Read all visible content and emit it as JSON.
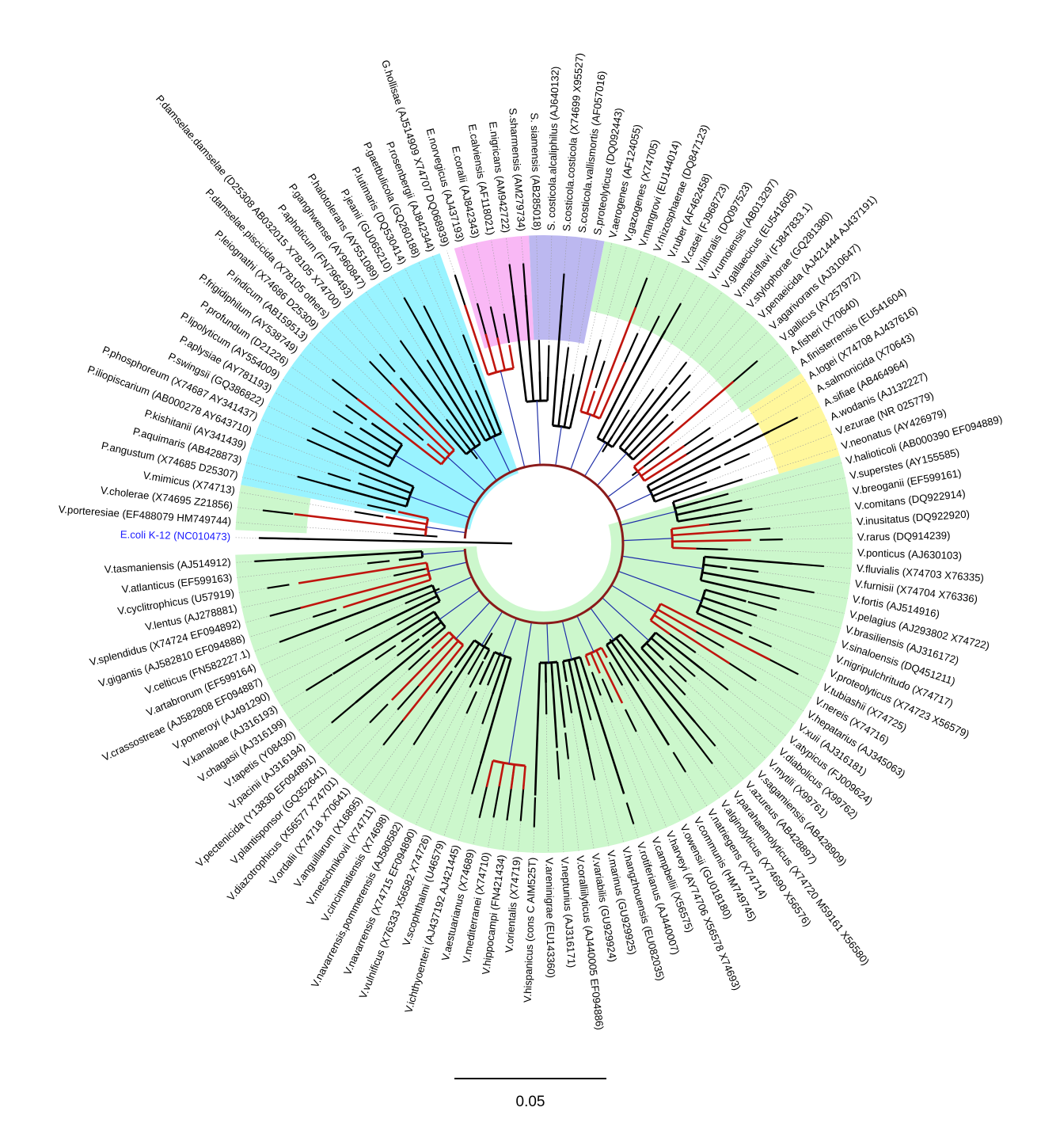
{
  "tree": {
    "outgroup_color": "#1a1aff",
    "branch_colors": {
      "default": "#000000",
      "supported": "#c0150e",
      "internal": "#8b1a1a",
      "inner": "#1f2fa8"
    },
    "clade_colors": {
      "vibrio": "#ccf7cc",
      "photobacterium": "#99f3ff",
      "enterovibrio": "#f9b8f5",
      "salinivibrio": "#bcb8f0",
      "aliivibrio": "#fff79c"
    },
    "scale_bar": {
      "label": "0.05"
    },
    "leaves": [
      {
        "label": "E.coli K-12 (NC010473)",
        "clade": "outgroup"
      },
      {
        "label": "V.porteresiae (EF488079 HM749744)",
        "clade": "vibrio"
      },
      {
        "label": "V.cholerae (X74695 Z21856)",
        "clade": "vibrio"
      },
      {
        "label": "V.mimicus (X74713)",
        "clade": "vibrio"
      },
      {
        "label": "P.angustum (X74685 D25307)",
        "clade": "photobacterium"
      },
      {
        "label": "P.aquimaris (AB428873)",
        "clade": "photobacterium"
      },
      {
        "label": "P.kishitanii (AY341439)",
        "clade": "photobacterium"
      },
      {
        "label": "P.iliopiscarium (AB000278 AY643710)",
        "clade": "photobacterium"
      },
      {
        "label": "P.phosphoreum (X74687 AY341437)",
        "clade": "photobacterium"
      },
      {
        "label": "P.swingsii (GQ386822)",
        "clade": "photobacterium"
      },
      {
        "label": "P.aplysiae (AY781193)",
        "clade": "photobacterium"
      },
      {
        "label": "P.lipolyticum (AY554009)",
        "clade": "photobacterium"
      },
      {
        "label": "P.profundum (D21226)",
        "clade": "photobacterium"
      },
      {
        "label": "P.frigidiphilum (AY538749)",
        "clade": "photobacterium"
      },
      {
        "label": "P.indicum (AB159513)",
        "clade": "photobacterium"
      },
      {
        "label": "P.leiognathi (X74686 D25309)",
        "clade": "photobacterium"
      },
      {
        "label": "P.damselae.piscicida (X78105 others)",
        "clade": "photobacterium"
      },
      {
        "label": "P.damselae.damselae (D25308 AB032015 X78105 X74700)",
        "clade": "photobacterium"
      },
      {
        "label": "P.aphoticum (FN796493)",
        "clade": "photobacterium"
      },
      {
        "label": "P.ganghwense (AY960847)",
        "clade": "photobacterium"
      },
      {
        "label": "P.halotolerans (AY551089)",
        "clade": "photobacterium"
      },
      {
        "label": "P.jeanii (GU065210)",
        "clade": "photobacterium"
      },
      {
        "label": "P.lutimaris (DQ530414)",
        "clade": "photobacterium"
      },
      {
        "label": "P.gaetbulicola (GQ260188)",
        "clade": "photobacterium"
      },
      {
        "label": "P.rosenbergii (AJ842344)",
        "clade": "photobacterium"
      },
      {
        "label": "G.hollisae (AJ514909 X74707 DQ068939)",
        "clade": "none"
      },
      {
        "label": "E.norvegicus (AJ437193)",
        "clade": "enterovibrio"
      },
      {
        "label": "E.coralii (AJ842343)",
        "clade": "enterovibrio"
      },
      {
        "label": "E.calviensis (AF118021)",
        "clade": "enterovibrio"
      },
      {
        "label": "E.nigricans (AM942722)",
        "clade": "enterovibrio"
      },
      {
        "label": "S.sharmensis (AM279734)",
        "clade": "enterovibrio"
      },
      {
        "label": "S. siamensis  (AB285018)",
        "clade": "salinivibrio"
      },
      {
        "label": "S. costicola.alcaliphilus  (AJ640132)",
        "clade": "salinivibrio"
      },
      {
        "label": "S.costicola.costicola (X74699 X95527)",
        "clade": "salinivibrio"
      },
      {
        "label": "S.costicola.vallismortis (AF057016)",
        "clade": "salinivibrio"
      },
      {
        "label": "S.proteolyticus (DQ092443)",
        "clade": "salinivibrio"
      },
      {
        "label": "V.aerogenes (AF124055)",
        "clade": "vibrio"
      },
      {
        "label": "V.gazogenes (X74705)",
        "clade": "vibrio"
      },
      {
        "label": "V.mangrovi (EU144014)",
        "clade": "vibrio"
      },
      {
        "label": "V.rhizosphaerae (DQ847123)",
        "clade": "vibrio"
      },
      {
        "label": "V.ruber (AF462458)",
        "clade": "vibrio"
      },
      {
        "label": "V.casei (FJ968723)",
        "clade": "vibrio"
      },
      {
        "label": "V.litoralis (DQ097523)",
        "clade": "vibrio"
      },
      {
        "label": "V.rumoiensis (AB013297)",
        "clade": "vibrio"
      },
      {
        "label": "V.gallaecicus (EU541605)",
        "clade": "vibrio"
      },
      {
        "label": "V.marisflavi (FJ847833.1)",
        "clade": "vibrio"
      },
      {
        "label": "V.stylophorae (GQ281380)",
        "clade": "vibrio"
      },
      {
        "label": "V.penaeicida (AJ421444 AJ437191)",
        "clade": "vibrio"
      },
      {
        "label": "V.agarivorans (AJ310647)",
        "clade": "vibrio"
      },
      {
        "label": "V.gallicus (AY257972)",
        "clade": "vibrio"
      },
      {
        "label": "A.fisheri (X70640)",
        "clade": "vibrio"
      },
      {
        "label": "A.finisterrensis (EU541604)",
        "clade": "vibrio"
      },
      {
        "label": "A.logei (X74708 AJ437616)",
        "clade": "aliivibrio"
      },
      {
        "label": "A.salmonicida (X70643)",
        "clade": "aliivibrio"
      },
      {
        "label": "A.sifiae (AB464964)",
        "clade": "aliivibrio"
      },
      {
        "label": "A.wodanis (AJ132227)",
        "clade": "aliivibrio"
      },
      {
        "label": "V.ezurae (NR 025779)",
        "clade": "aliivibrio"
      },
      {
        "label": "V.neonatus (AY426979)",
        "clade": "aliivibrio"
      },
      {
        "label": "V.halioticoli (AB000390 EF094889)",
        "clade": "vibrio"
      },
      {
        "label": "V.superstes (AY155585)",
        "clade": "vibrio"
      },
      {
        "label": "V.breoganii (EF599161)",
        "clade": "vibrio"
      },
      {
        "label": "V.comitans (DQ922914)",
        "clade": "vibrio"
      },
      {
        "label": "V.inusitatus (DQ922920)",
        "clade": "vibrio"
      },
      {
        "label": "V.rarus (DQ914239)",
        "clade": "vibrio"
      },
      {
        "label": "V.ponticus (AJ630103)",
        "clade": "vibrio"
      },
      {
        "label": "V.fluvialis (X74703 X76335)",
        "clade": "vibrio"
      },
      {
        "label": "V.furnisii (X74704 X76336)",
        "clade": "vibrio"
      },
      {
        "label": "V.fortis (AJ514916)",
        "clade": "vibrio"
      },
      {
        "label": "V.pelagius (AJ293802 X74722)",
        "clade": "vibrio"
      },
      {
        "label": "V.brasiliensis (AJ316172)",
        "clade": "vibrio"
      },
      {
        "label": "V.sinaloensis (DQ451211)",
        "clade": "vibrio"
      },
      {
        "label": "V.nigripulchritudo (X74717)",
        "clade": "vibrio"
      },
      {
        "label": "V.proteolyticus (X74723 X56579)",
        "clade": "vibrio"
      },
      {
        "label": "V.tubiashii (X74725)",
        "clade": "vibrio"
      },
      {
        "label": "V.nereis (X74716)",
        "clade": "vibrio"
      },
      {
        "label": "V.hepatarius (AJ345063)",
        "clade": "vibrio"
      },
      {
        "label": "V.xuii (AJ316181)",
        "clade": "vibrio"
      },
      {
        "label": "V.atypicus (FJ009624)",
        "clade": "vibrio"
      },
      {
        "label": "V.diabolicus (X99762)",
        "clade": "vibrio"
      },
      {
        "label": "V.mytili (X99761)",
        "clade": "vibrio"
      },
      {
        "label": "V.sagamiensis (AB428909)",
        "clade": "vibrio"
      },
      {
        "label": "V.azureus (AB428897)",
        "clade": "vibrio"
      },
      {
        "label": "V.parahaemolyticus (X74720 M59161 X56580)",
        "clade": "vibrio"
      },
      {
        "label": "V.alginolyticus (X74690 X56576)",
        "clade": "vibrio"
      },
      {
        "label": "V.natriegens (X74714)",
        "clade": "vibrio"
      },
      {
        "label": "V.communis (HM749745)",
        "clade": "vibrio"
      },
      {
        "label": "V.owensii (GU018180)",
        "clade": "vibrio"
      },
      {
        "label": "V.harveyi (AY74706 X56578 X74693)",
        "clade": "vibrio"
      },
      {
        "label": "V.campbellii (X56575)",
        "clade": "vibrio"
      },
      {
        "label": "V.rotiferianus (AJ440007)",
        "clade": "vibrio"
      },
      {
        "label": "V.hangzhouensis (EU082035)",
        "clade": "vibrio"
      },
      {
        "label": "V.marinus (GU929925)",
        "clade": "vibrio"
      },
      {
        "label": "V.variabilis (GU929924)",
        "clade": "vibrio"
      },
      {
        "label": "V.coralliilyticus (AJ440005 EF094886)",
        "clade": "vibrio"
      },
      {
        "label": "V.neptunius (AJ316171)",
        "clade": "vibrio"
      },
      {
        "label": "V.areninigrae (EU143360)",
        "clade": "vibrio"
      },
      {
        "label": "V.hispanicus (cons C AIM525T)",
        "clade": "vibrio"
      },
      {
        "label": "V.orientalis (X74719)",
        "clade": "vibrio"
      },
      {
        "label": "V.hippocampi (FN421434)",
        "clade": "vibrio"
      },
      {
        "label": "V.mediterranei (X74710)",
        "clade": "vibrio"
      },
      {
        "label": "V.aestuarianus (X74689)",
        "clade": "vibrio"
      },
      {
        "label": "V.ichthyoenteri (AJ437192 AJ421445)",
        "clade": "vibrio"
      },
      {
        "label": "V.scophthalmi (U46579)",
        "clade": "vibrio"
      },
      {
        "label": "V.vulnificus (X76333 X56582 X74726)",
        "clade": "vibrio"
      },
      {
        "label": "V.navarrensis (X74715 EF094890)",
        "clade": "vibrio"
      },
      {
        "label": "V.navarrensis.pommerensis (AJ580582)",
        "clade": "vibrio"
      },
      {
        "label": "V.cincinnatiensis (X74698)",
        "clade": "vibrio"
      },
      {
        "label": "V.metschnikovii (X74711)",
        "clade": "vibrio"
      },
      {
        "label": "V.anguillarum (X16895)",
        "clade": "vibrio"
      },
      {
        "label": "V.ordalii (X74718 X70641)",
        "clade": "vibrio"
      },
      {
        "label": "V.diazotrophicus (X56577 X74701)",
        "clade": "vibrio"
      },
      {
        "label": "V.plantisponsor (GQ352641)",
        "clade": "vibrio"
      },
      {
        "label": "V.pectenicida (Y13830 EF094891)",
        "clade": "vibrio"
      },
      {
        "label": "V.pacinii (AJ316194)",
        "clade": "vibrio"
      },
      {
        "label": "V.tapetis (Y08430)",
        "clade": "vibrio"
      },
      {
        "label": "V.chagasii (AJ316199)",
        "clade": "vibrio"
      },
      {
        "label": "V.kanaloae (AJ316193)",
        "clade": "vibrio"
      },
      {
        "label": "V.pomeroyi (AJ491290)",
        "clade": "vibrio"
      },
      {
        "label": "V.crassostreae (AJ582808 EF094887)",
        "clade": "vibrio"
      },
      {
        "label": "V.artabrorum (EF599164)",
        "clade": "vibrio"
      },
      {
        "label": "V.celticus (FN582227.1)",
        "clade": "vibrio"
      },
      {
        "label": "V.gigantis (AJ582810 EF094888)",
        "clade": "vibrio"
      },
      {
        "label": "V.splendidus (X74724 EF094892)",
        "clade": "vibrio"
      },
      {
        "label": "V.lentus (AJ278881)",
        "clade": "vibrio"
      },
      {
        "label": "V.cyclitrophicus (U57919)",
        "clade": "vibrio"
      },
      {
        "label": "V.atlanticus (EF599163)",
        "clade": "vibrio"
      },
      {
        "label": "V.tasmaniensis (AJ514912)",
        "clade": "vibrio"
      }
    ]
  }
}
